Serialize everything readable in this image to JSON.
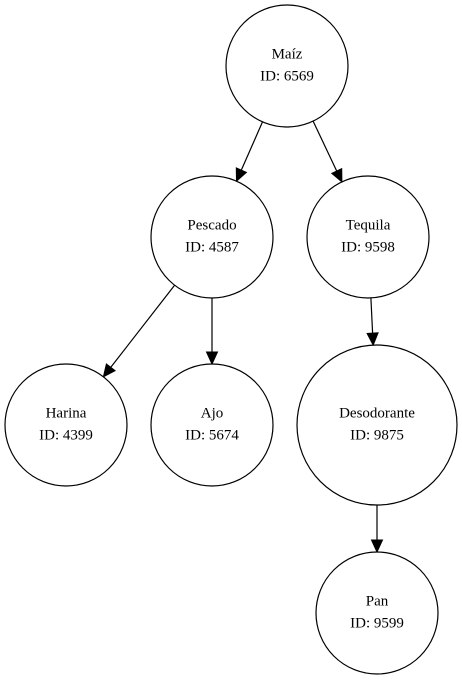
{
  "diagram": {
    "nodes": [
      {
        "id": "maiz",
        "name": "Maíz",
        "id_label": "ID: 6569"
      },
      {
        "id": "pescado",
        "name": "Pescado",
        "id_label": "ID: 4587"
      },
      {
        "id": "tequila",
        "name": "Tequila",
        "id_label": "ID: 9598"
      },
      {
        "id": "harina",
        "name": "Harina",
        "id_label": "ID: 4399"
      },
      {
        "id": "ajo",
        "name": "Ajo",
        "id_label": "ID: 5674"
      },
      {
        "id": "desodorante",
        "name": "Desodorante",
        "id_label": "ID: 9875"
      },
      {
        "id": "pan",
        "name": "Pan",
        "id_label": "ID: 9599"
      }
    ],
    "edges": [
      {
        "from": "maiz",
        "to": "pescado"
      },
      {
        "from": "maiz",
        "to": "tequila"
      },
      {
        "from": "pescado",
        "to": "harina"
      },
      {
        "from": "pescado",
        "to": "ajo"
      },
      {
        "from": "tequila",
        "to": "desodorante"
      },
      {
        "from": "desodorante",
        "to": "pan"
      }
    ]
  }
}
